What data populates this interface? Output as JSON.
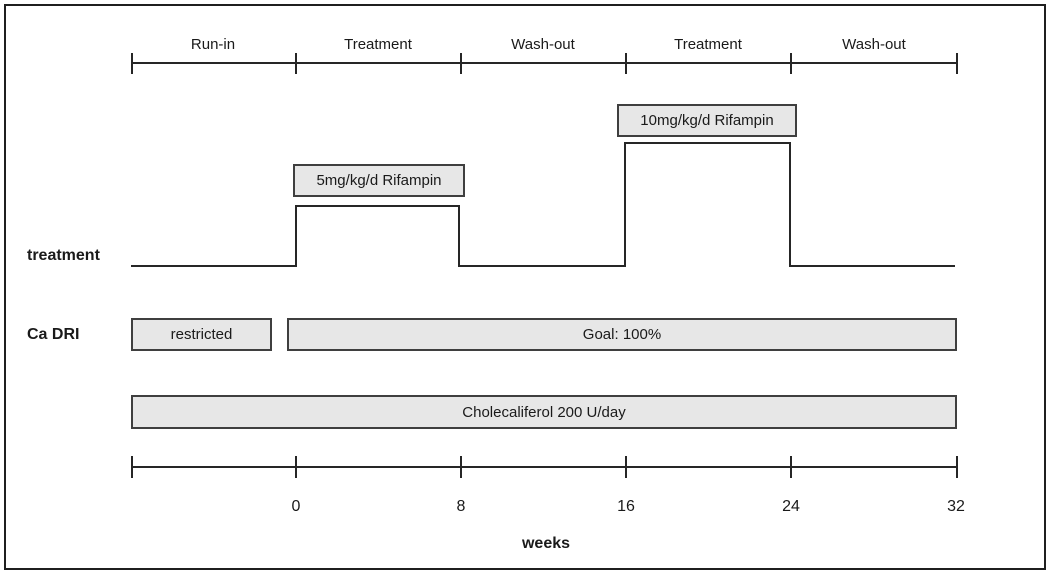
{
  "colors": {
    "box_fill": "#e7e7e7",
    "box_border": "#3f3f3f",
    "line": "#262626",
    "text": "#1a1a1a",
    "background": "#ffffff"
  },
  "phase_axis": {
    "labels": [
      "Run-in",
      "Treatment",
      "Wash-out",
      "Treatment",
      "Wash-out"
    ]
  },
  "treatment_row": {
    "label": "treatment",
    "dose_box_low": "5mg/kg/d Rifampin",
    "dose_box_high": "10mg/kg/d Rifampin",
    "steps": [
      {
        "phase": "Run-in",
        "weeks": "start to 0",
        "dose": "none",
        "level": 0
      },
      {
        "phase": "Treatment",
        "weeks": "0 to 8",
        "dose": "5mg/kg/d Rifampin",
        "level": 1
      },
      {
        "phase": "Wash-out",
        "weeks": "8 to 16",
        "dose": "none",
        "level": 0
      },
      {
        "phase": "Treatment",
        "weeks": "16 to 24",
        "dose": "10mg/kg/d Rifampin",
        "level": 2
      },
      {
        "phase": "Wash-out",
        "weeks": "24 to 32",
        "dose": "none",
        "level": 0
      }
    ]
  },
  "ca_dri_row": {
    "label": "Ca DRI",
    "restricted": "restricted",
    "goal": "Goal: 100%"
  },
  "supplement_row": {
    "label": "Cholecaliferol 200 U/day"
  },
  "week_axis": {
    "tick_labels": [
      "0",
      "8",
      "16",
      "24",
      "32"
    ],
    "title": "weeks"
  }
}
